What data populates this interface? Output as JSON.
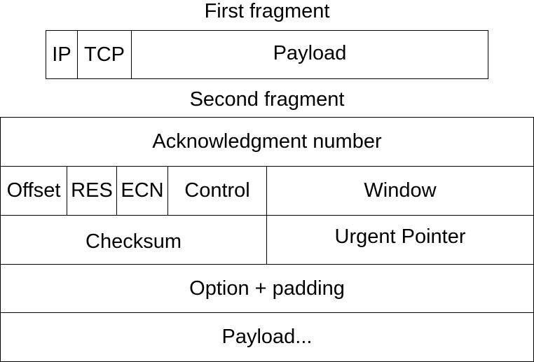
{
  "first_fragment": {
    "title": "First fragment",
    "fields": {
      "ip": "IP",
      "tcp": "TCP",
      "payload": "Payload"
    }
  },
  "second_fragment": {
    "title": "Second fragment",
    "fields": {
      "acknowledgment": "Acknowledgment number",
      "offset": "Offset",
      "res": "RES",
      "ecn": "ECN",
      "control": "Control",
      "window": "Window",
      "checksum": "Checksum",
      "urgent_pointer": "Urgent Pointer",
      "option_padding": "Option + padding",
      "payload": "Payload..."
    }
  }
}
